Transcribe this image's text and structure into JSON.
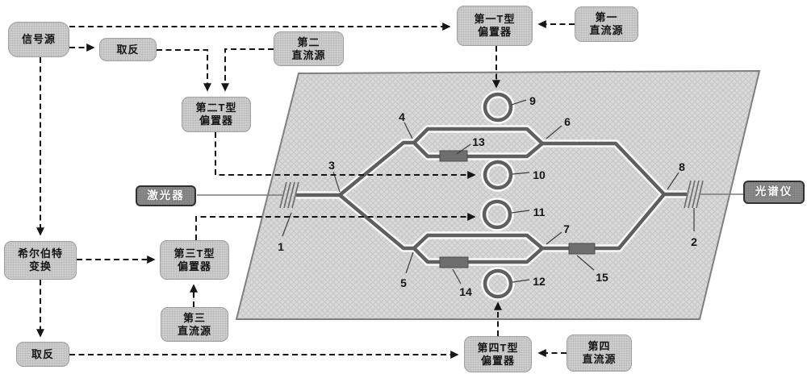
{
  "blocks": {
    "signal_source": {
      "label": "信号源"
    },
    "invert_top": {
      "label": "取反"
    },
    "dc_source_2": {
      "line1": "第二",
      "line2": "直流源"
    },
    "t_bias_2": {
      "line1": "第二T型",
      "line2": "偏置器"
    },
    "t_bias_1": {
      "line1": "第一T型",
      "line2": "偏置器"
    },
    "dc_source_1": {
      "line1": "第一",
      "line2": "直流源"
    },
    "laser": {
      "label": "激光器"
    },
    "hilbert": {
      "line1": "希尔伯特",
      "line2": "变换"
    },
    "t_bias_3": {
      "line1": "第三T型",
      "line2": "偏置器"
    },
    "dc_source_3": {
      "line1": "第三",
      "line2": "直流源"
    },
    "invert_bottom": {
      "label": "取反"
    },
    "t_bias_4": {
      "line1": "第四T型",
      "line2": "偏置器"
    },
    "dc_source_4": {
      "line1": "第四",
      "line2": "直流源"
    },
    "spectrometer": {
      "label": "光谱仪"
    }
  },
  "chip": {
    "numbers": {
      "n1": "1",
      "n2": "2",
      "n3": "3",
      "n4": "4",
      "n5": "5",
      "n6": "6",
      "n7": "7",
      "n8": "8",
      "n9": "9",
      "n10": "10",
      "n11": "11",
      "n12": "12",
      "n13": "13",
      "n14": "14",
      "n15": "15"
    }
  },
  "colors": {
    "background": "#ffffff",
    "block_fill": "#cdcdcd",
    "block_border": "#9e9e9e",
    "dark_block_fill": "#8a8a8a",
    "dark_block_border": "#303030",
    "chip_fill": "#d9d9d9",
    "waveguide": "#5f5f5f",
    "electrode_fill": "#6e6e6e",
    "dashed_line": "#161616",
    "text": "#141414"
  }
}
